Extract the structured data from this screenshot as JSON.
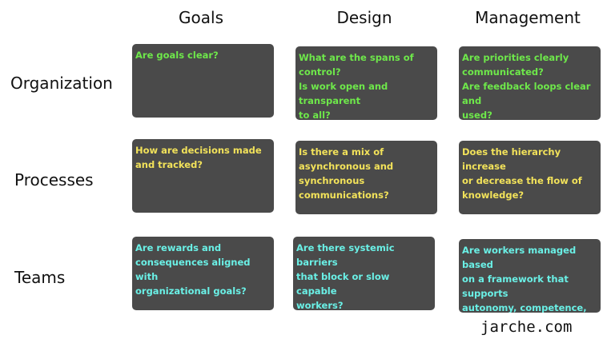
{
  "columns": [
    "Goals",
    "Design",
    "Management"
  ],
  "rows": [
    "Organization",
    "Processes",
    "Teams"
  ],
  "colors": {
    "organization": "#6ee84a",
    "processes": "#f2e25a",
    "teams": "#6af0e6",
    "card_background": "#4a4a4a"
  },
  "cards": {
    "organization": {
      "goals": "Are goals clear?",
      "design": " What are the spans of\ncontrol?\nIs work open and transparent\nto all?",
      "management": " Are priorities clearly\ncommunicated?\nAre feedback loops clear and\nused?"
    },
    "processes": {
      "goals": " How are decisions made\nand tracked?",
      "design": " Is there a mix of\nasynchronous and\nsynchronous\ncommunications?",
      "management": " Does the hierarchy increase\nor decrease the flow of\nknowledge?"
    },
    "teams": {
      "goals": " Are rewards and\nconsequences aligned with\norganizational goals?",
      "design": " Are there systemic barriers\nthat block or slow capable\nworkers?",
      "management": " Are workers managed based\non a framework that supports\nautonomy, competence, and\nrelatedness?"
    }
  },
  "footer": "jarche.com"
}
